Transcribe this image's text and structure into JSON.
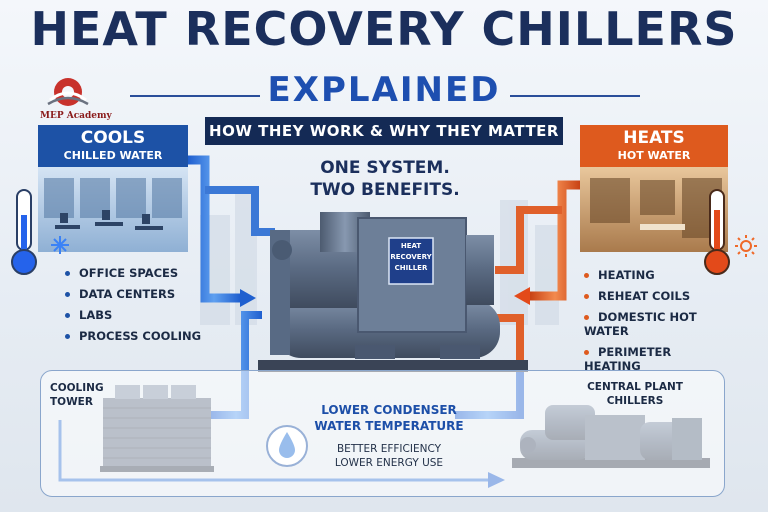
{
  "header": {
    "title": "HEAT RECOVERY CHILLERS",
    "subtitle": "EXPLAINED",
    "tagline": "HOW THEY WORK & WHY THEY MATTER"
  },
  "logo": {
    "text": "MEP Academy"
  },
  "center": {
    "line1": "ONE SYSTEM.",
    "line2": "TWO BENEFITS.",
    "chiller_label_1": "HEAT",
    "chiller_label_2": "RECOVERY",
    "chiller_label_3": "CHILLER"
  },
  "cools": {
    "title": "COOLS",
    "subtitle": "CHILLED WATER",
    "items": [
      "OFFICE SPACES",
      "DATA CENTERS",
      "LABS",
      "PROCESS COOLING"
    ]
  },
  "heats": {
    "title": "HEATS",
    "subtitle": "HOT WATER",
    "items": [
      "HEATING",
      "REHEAT COILS",
      "DOMESTIC HOT WATER",
      "PERIMETER HEATING"
    ]
  },
  "bottom": {
    "cooling_tower_1": "COOLING",
    "cooling_tower_2": "TOWER",
    "lower_title_1": "LOWER CONDENSER",
    "lower_title_2": "WATER TEMPERATURE",
    "benefit_1": "BETTER EFFICIENCY",
    "benefit_2": "LOWER ENERGY USE",
    "plant_1": "CENTRAL PLANT",
    "plant_2": "CHILLERS"
  },
  "colors": {
    "navy": "#1b2f5c",
    "blue": "#1d52a6",
    "orange": "#de5a1e"
  }
}
